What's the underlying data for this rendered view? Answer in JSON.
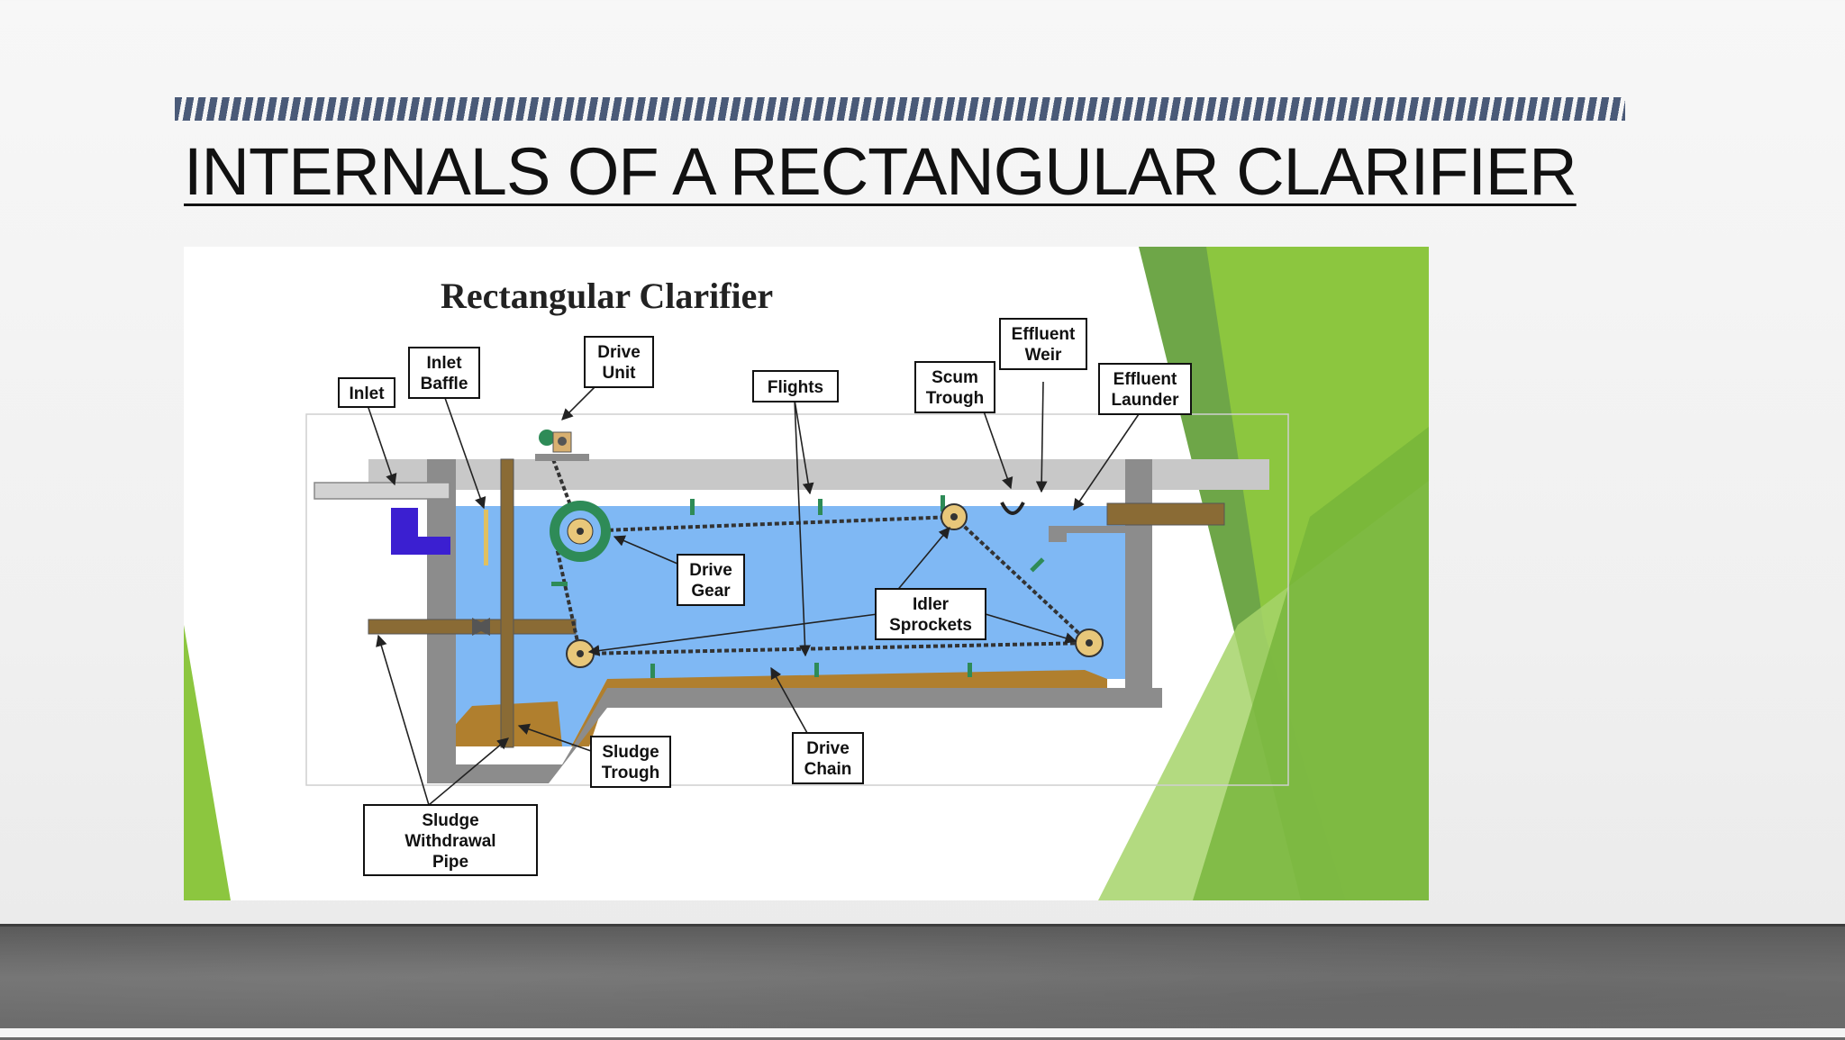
{
  "slide": {
    "title": "INTERNALS OF A RECTANGULAR CLARIFIER"
  },
  "diagram": {
    "title": "Rectangular Clarifier",
    "labels": {
      "inlet": [
        "Inlet"
      ],
      "inlet_baffle": [
        "Inlet",
        "Baffle"
      ],
      "drive_unit": [
        "Drive",
        "Unit"
      ],
      "flights": [
        "Flights"
      ],
      "scum_trough": [
        "Scum",
        "Trough"
      ],
      "effluent_weir": [
        "Effluent",
        "Weir"
      ],
      "effluent_launder": [
        "Effluent",
        "Launder"
      ],
      "drive_gear": [
        "Drive",
        "Gear"
      ],
      "idler_sprockets": [
        "Idler",
        "Sprockets"
      ],
      "sludge_trough": [
        "Sludge",
        "Trough"
      ],
      "drive_chain": [
        "Drive",
        "Chain"
      ],
      "sludge_withdrawal_pipe": [
        "Sludge",
        "Withdrawal",
        "Pipe"
      ]
    },
    "colors": {
      "water": "#7fb8f4",
      "concrete": "#8c8c8c",
      "sludge": "#b07f2e",
      "pipe": "#8a6b35",
      "inlet_pipe": "#3b1fd1",
      "accent_green": "#8cc63f",
      "dark_green": "#5e9c34"
    }
  }
}
